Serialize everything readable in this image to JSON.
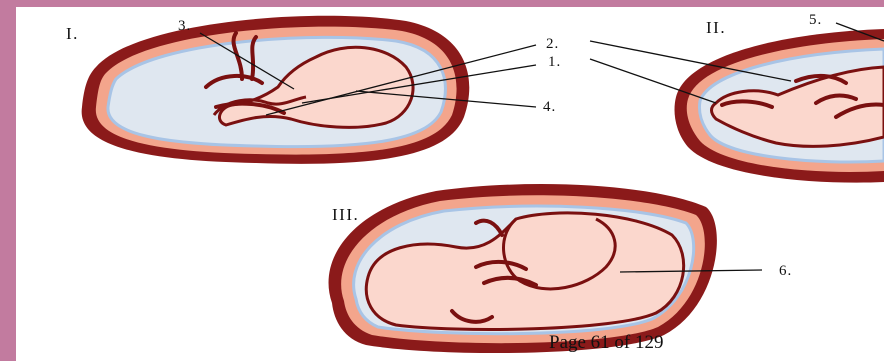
{
  "figure_labels": {
    "i": "I.",
    "ii": "II.",
    "iii": "III."
  },
  "callouts": {
    "c1": "1.",
    "c2": "2.",
    "c3": "3.",
    "c4": "4.",
    "c5": "5.",
    "c6": "6."
  },
  "footer": {
    "page_text": "Page 61 of 129"
  },
  "colors": {
    "frame": "#c27b9f",
    "uterus_outer": "#8b1a1a",
    "uterus_wall": "#f3a58c",
    "amniotic_fluid": "#dfe7f0",
    "membrane": "#a8c4e6",
    "fetus": "#fbd7cd",
    "fetus_outline": "#7a1010"
  }
}
